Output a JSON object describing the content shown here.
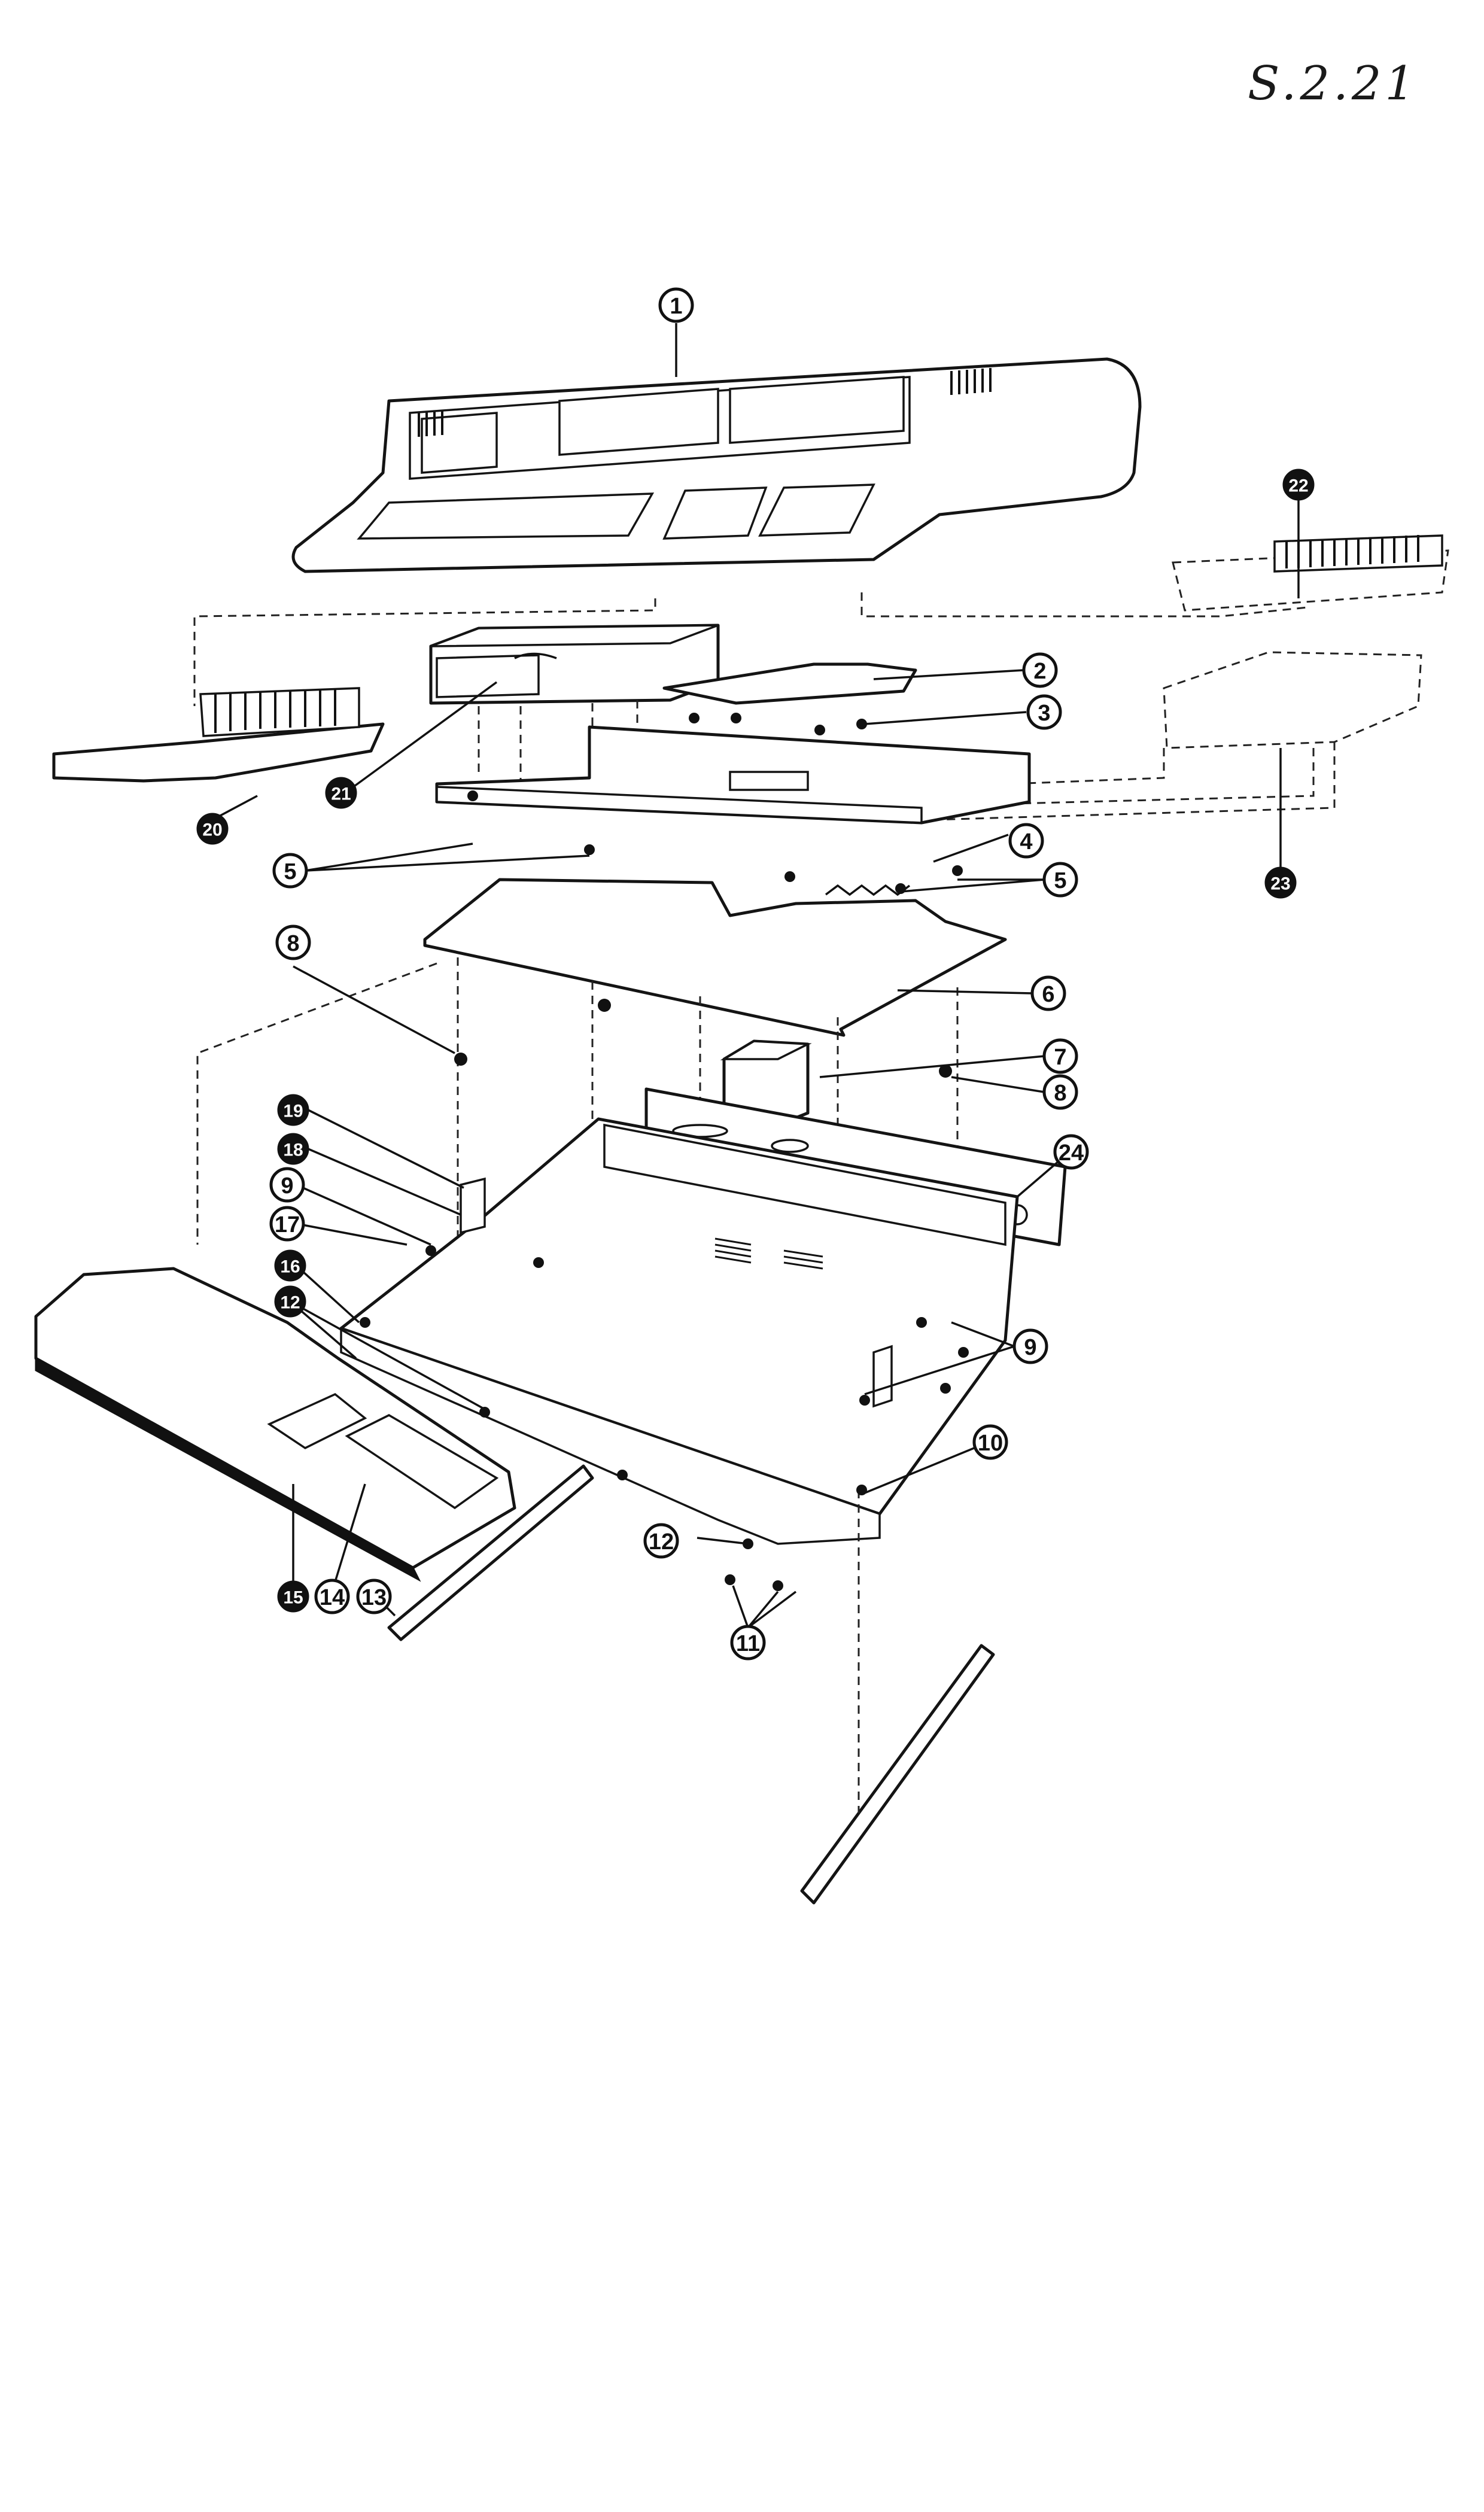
{
  "page_ref": "S.2.21",
  "callouts": [
    {
      "id": "c1",
      "label": "1",
      "style": "open"
    },
    {
      "id": "c2",
      "label": "2",
      "style": "open"
    },
    {
      "id": "c3",
      "label": "3",
      "style": "open"
    },
    {
      "id": "c4",
      "label": "4",
      "style": "open"
    },
    {
      "id": "c5a",
      "label": "5",
      "style": "open"
    },
    {
      "id": "c5b",
      "label": "5",
      "style": "open"
    },
    {
      "id": "c6",
      "label": "6",
      "style": "open"
    },
    {
      "id": "c7",
      "label": "7",
      "style": "open"
    },
    {
      "id": "c8a",
      "label": "8",
      "style": "open"
    },
    {
      "id": "c8b",
      "label": "8",
      "style": "open"
    },
    {
      "id": "c9a",
      "label": "9",
      "style": "open"
    },
    {
      "id": "c9b",
      "label": "9",
      "style": "open"
    },
    {
      "id": "c10",
      "label": "10",
      "style": "open"
    },
    {
      "id": "c11",
      "label": "11",
      "style": "open"
    },
    {
      "id": "c12a",
      "label": "12",
      "style": "open"
    },
    {
      "id": "c12b",
      "label": "12",
      "style": "filled"
    },
    {
      "id": "c13",
      "label": "13",
      "style": "open"
    },
    {
      "id": "c14",
      "label": "14",
      "style": "open"
    },
    {
      "id": "c15",
      "label": "15",
      "style": "filled"
    },
    {
      "id": "c16",
      "label": "16",
      "style": "filled"
    },
    {
      "id": "c17",
      "label": "17",
      "style": "open"
    },
    {
      "id": "c18",
      "label": "18",
      "style": "filled"
    },
    {
      "id": "c19",
      "label": "19",
      "style": "filled"
    },
    {
      "id": "c20",
      "label": "20",
      "style": "filled"
    },
    {
      "id": "c21",
      "label": "21",
      "style": "filled"
    },
    {
      "id": "c22",
      "label": "22",
      "style": "filled"
    },
    {
      "id": "c23",
      "label": "23",
      "style": "filled"
    },
    {
      "id": "c24",
      "label": "24",
      "style": "open"
    }
  ]
}
